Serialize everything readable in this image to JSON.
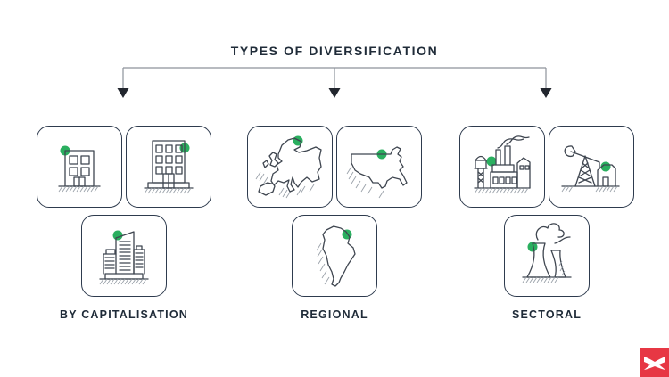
{
  "title": "TYPES OF DIVERSIFICATION",
  "groups": [
    {
      "label": "BY CAPITALISATION",
      "cards": [
        {
          "icon": "small-building-icon"
        },
        {
          "icon": "large-building-icon"
        },
        {
          "icon": "skyscraper-cluster-icon"
        }
      ]
    },
    {
      "label": "REGIONAL",
      "cards": [
        {
          "icon": "europe-map-icon"
        },
        {
          "icon": "usa-map-icon"
        },
        {
          "icon": "south-america-map-icon"
        }
      ]
    },
    {
      "label": "SECTORAL",
      "cards": [
        {
          "icon": "factory-icon"
        },
        {
          "icon": "oil-pumpjack-icon"
        },
        {
          "icon": "power-plant-icon"
        }
      ]
    }
  ],
  "colors": {
    "ink": "#1f2b38",
    "card_border": "#2e3b4e",
    "icon_stroke": "#3f4650",
    "accent_green": "#2aaf5f",
    "connector_line": "#8d929b",
    "arrowhead": "#22262e",
    "hatch": "#9aa1a9",
    "logo_red": "#e73744"
  },
  "logo": {
    "name": "brand-x-logo"
  }
}
